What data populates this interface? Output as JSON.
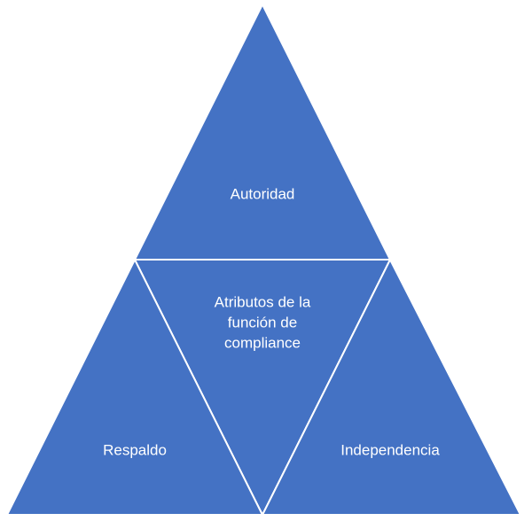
{
  "colors": {
    "fill": "#4472C4",
    "stroke": "#FFFFFF"
  },
  "segments": {
    "top": "Autoridad",
    "center": [
      "Atributos de la",
      "función de",
      "compliance"
    ],
    "left": "Respaldo",
    "right": "Independencia"
  }
}
